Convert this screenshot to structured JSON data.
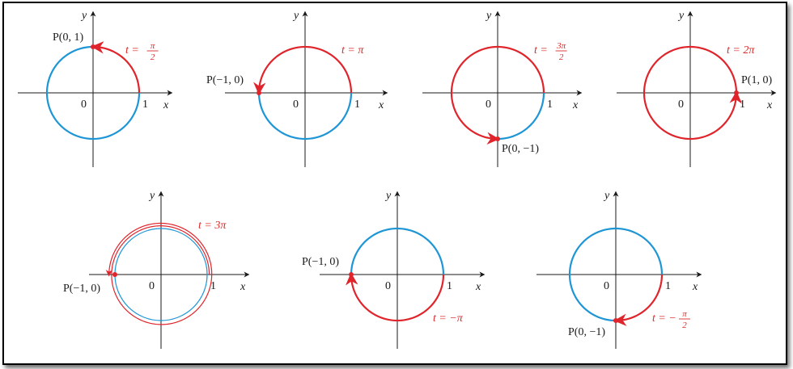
{
  "colors": {
    "traced": "#e0242b",
    "untraced": "#1e96d6",
    "axis": "#1a1a1a",
    "point": "#e0242b"
  },
  "panels": [
    {
      "t_text": "t = π/2",
      "t_num": "π",
      "t_den": "2",
      "t_prefix": "t = ",
      "point_label": "P(0, 1)",
      "axis_x": "x",
      "axis_y": "y",
      "one": "1",
      "zero": "0",
      "t_value": 0.5,
      "direction": "ccw"
    },
    {
      "t_text": "t = π",
      "t_prefix": "t = π",
      "point_label": "P(−1, 0)",
      "axis_x": "x",
      "axis_y": "y",
      "one": "1",
      "zero": "0",
      "t_value": 1.0,
      "direction": "ccw"
    },
    {
      "t_text": "t = 3π/2",
      "t_num": "3π",
      "t_den": "2",
      "t_prefix": "t = ",
      "point_label": "P(0, −1)",
      "axis_x": "x",
      "axis_y": "y",
      "one": "1",
      "zero": "0",
      "t_value": 1.5,
      "direction": "ccw"
    },
    {
      "t_text": "t = 2π",
      "t_prefix": "t = 2π",
      "point_label": "P(1, 0)",
      "axis_x": "x",
      "axis_y": "y",
      "one": "1",
      "zero": "0",
      "t_value": 2.0,
      "direction": "ccw"
    },
    {
      "t_text": "t = 3π",
      "t_prefix": "t = 3π",
      "point_label": "P(−1, 0)",
      "axis_x": "x",
      "axis_y": "y",
      "one": "1",
      "zero": "0",
      "t_value": 3.0,
      "direction": "ccw"
    },
    {
      "t_text": "t = −π",
      "t_prefix": "t = −π",
      "point_label": "P(−1, 0)",
      "axis_x": "x",
      "axis_y": "y",
      "one": "1",
      "zero": "0",
      "t_value": -1.0,
      "direction": "cw"
    },
    {
      "t_text": "t = −π/2",
      "t_num": "π",
      "t_den": "2",
      "t_prefix": "t = −",
      "point_label": "P(0, −1)",
      "axis_x": "x",
      "axis_y": "y",
      "one": "1",
      "zero": "0",
      "t_value": -0.5,
      "direction": "cw"
    }
  ]
}
